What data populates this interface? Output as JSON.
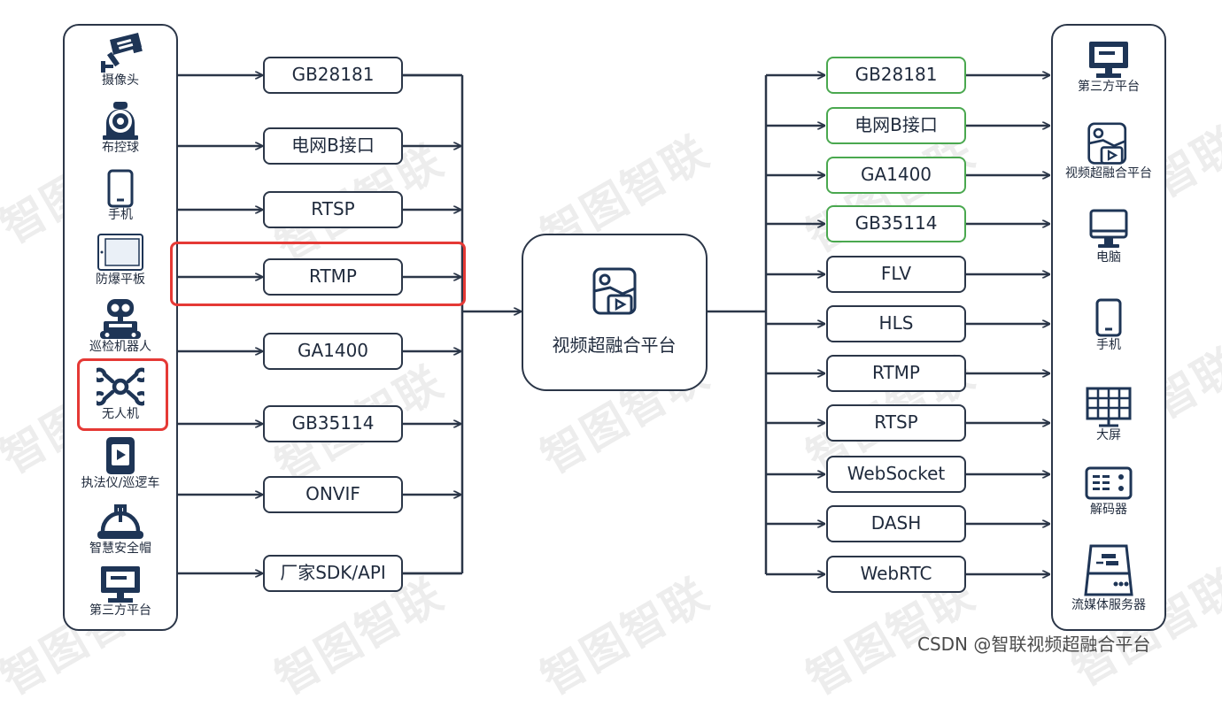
{
  "watermark": "智图智联",
  "left_devices": [
    {
      "label": "摄像头",
      "icon": "camera-icon"
    },
    {
      "label": "布控球",
      "icon": "dome-camera-icon"
    },
    {
      "label": "手机",
      "icon": "phone-icon"
    },
    {
      "label": "防爆平板",
      "icon": "tablet-icon"
    },
    {
      "label": "巡检机器人",
      "icon": "robot-icon"
    },
    {
      "label": "无人机",
      "icon": "drone-icon"
    },
    {
      "label": "执法仪/巡逻车",
      "icon": "video-recorder-icon"
    },
    {
      "label": "智慧安全帽",
      "icon": "helmet-icon"
    },
    {
      "label": "第三方平台",
      "icon": "monitor-icon"
    }
  ],
  "input_protocols": [
    {
      "label": "GB28181"
    },
    {
      "label": "电网B接口"
    },
    {
      "label": "RTSP"
    },
    {
      "label": "RTMP",
      "highlighted": true
    },
    {
      "label": "GA1400"
    },
    {
      "label": "GB35114"
    },
    {
      "label": "ONVIF"
    },
    {
      "label": "厂家SDK/API"
    }
  ],
  "hub": {
    "label": "视频超融合平台",
    "icon": "video-platform-icon"
  },
  "output_protocols": [
    {
      "label": "GB28181",
      "border_color": "#4aa84f"
    },
    {
      "label": "电网B接口",
      "border_color": "#4aa84f"
    },
    {
      "label": "GA1400",
      "border_color": "#4aa84f"
    },
    {
      "label": "GB35114",
      "border_color": "#4aa84f"
    },
    {
      "label": "FLV",
      "border_color": "#2b3648"
    },
    {
      "label": "HLS",
      "border_color": "#2b3648"
    },
    {
      "label": "RTMP",
      "border_color": "#2b3648"
    },
    {
      "label": "RTSP",
      "border_color": "#2b3648"
    },
    {
      "label": "WebSocket",
      "border_color": "#2b3648"
    },
    {
      "label": "DASH",
      "border_color": "#2b3648"
    },
    {
      "label": "WebRTC",
      "border_color": "#2b3648"
    }
  ],
  "right_devices": [
    {
      "label": "第三方平台",
      "icon": "monitor-icon"
    },
    {
      "label": "视频超融合平台",
      "icon": "video-platform-icon"
    },
    {
      "label": "电脑",
      "icon": "computer-icon"
    },
    {
      "label": "手机",
      "icon": "phone-icon"
    },
    {
      "label": "大屏",
      "icon": "video-wall-icon"
    },
    {
      "label": "解码器",
      "icon": "decoder-icon"
    },
    {
      "label": "流媒体服务器",
      "icon": "media-server-icon"
    }
  ],
  "highlight": {
    "color": "#e53935",
    "items": [
      "RTMP",
      "无人机"
    ]
  },
  "colors": {
    "line": "#2b3648",
    "icon": "#1e3556",
    "green_border": "#4aa84f"
  },
  "credit": "CSDN @智联视频超融合平台"
}
